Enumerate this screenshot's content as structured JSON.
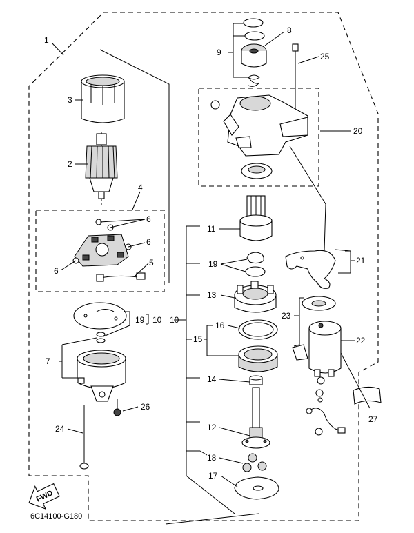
{
  "diagram_code": "6C14100-G180",
  "fwd_label": "FWD",
  "callouts": [
    "1",
    "2",
    "3",
    "4",
    "5",
    "6",
    "6",
    "6",
    "6",
    "7",
    "8",
    "9",
    "10",
    "10",
    "11",
    "12",
    "13",
    "14",
    "15",
    "16",
    "17",
    "18",
    "19",
    "19",
    "20",
    "21",
    "22",
    "23",
    "24",
    "25",
    "26",
    "27"
  ]
}
